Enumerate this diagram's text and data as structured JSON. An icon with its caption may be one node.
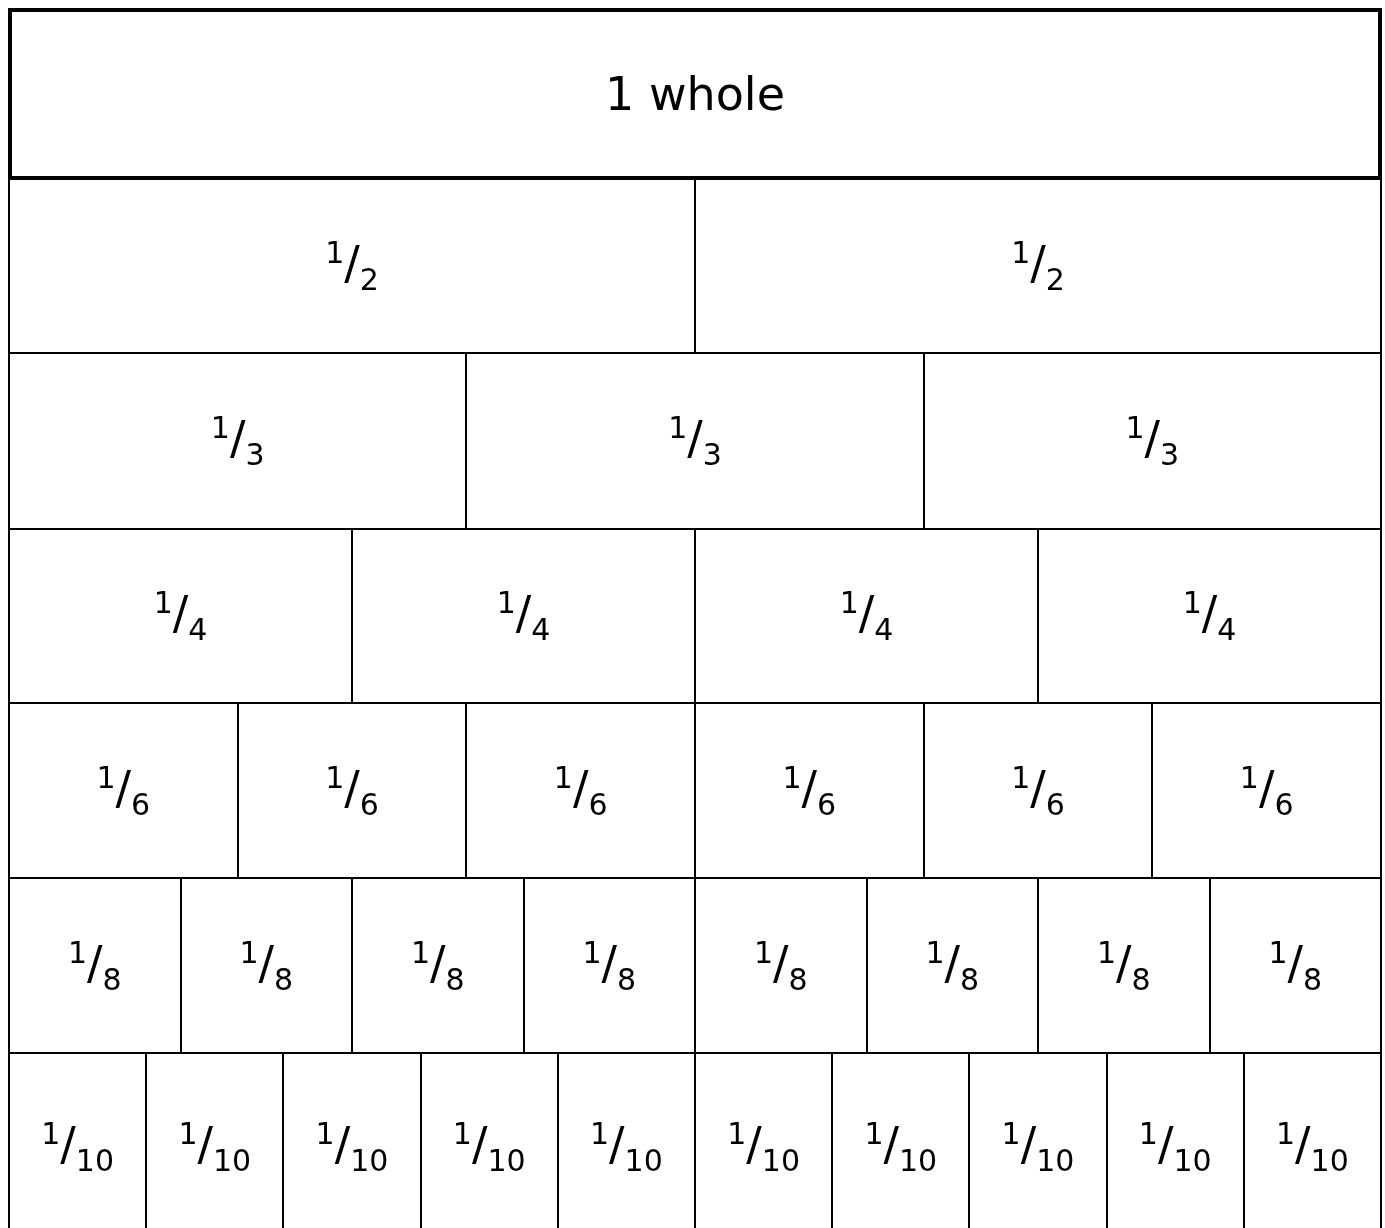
{
  "diagram": {
    "nodes": [
      {
        "text": [
          "1 whole"
        ]
      },
      {
        "text": [
          "$^{1}$/$_{2}$"
        ]
      },
      {
        "text": [
          "$^{1}$/$_{2}$"
        ]
      },
      {
        "text": [
          "$^{1}$/$_{3}$"
        ]
      },
      {
        "text": [
          "$^{1}$/$_{3}$"
        ]
      },
      {
        "text": [
          "$^{1}$/$_{3}$"
        ]
      },
      {
        "text": [
          "$^{1}$/$_{4}$"
        ]
      },
      {
        "text": [
          "$^{1}$/$_{4}$"
        ]
      },
      {
        "text": [
          "$^{1}$/$_{4}$"
        ]
      },
      {
        "text": [
          "$^{1}$/$_{4}$"
        ]
      },
      {
        "text": [
          "$^{1}$/$_{6}$"
        ]
      },
      {
        "text": [
          "$^{1}$/$_{6}$"
        ]
      },
      {
        "text": [
          "$^{1}$/$_{6}$"
        ]
      },
      {
        "text": [
          "$^{1}$/$_{6}$"
        ]
      },
      {
        "text": [
          "$^{1}$/$_{6}$"
        ]
      },
      {
        "text": [
          "$^{1}$/$_{6}$"
        ]
      },
      {
        "text": [
          "$^{1}$/$_{8}$"
        ]
      },
      {
        "text": [
          "$^{1}$/$_{8}$"
        ]
      },
      {
        "text": [
          "$^{1}$/$_{8}$"
        ]
      },
      {
        "text": [
          "$^{1}$/$_{8}$"
        ]
      },
      {
        "text": [
          "$^{1}$/$_{8}$"
        ]
      },
      {
        "text": [
          "$^{1}$/$_{8}$"
        ]
      },
      {
        "text": [
          "$^{1}$/$_{8}$"
        ]
      },
      {
        "text": [
          "$^{1}$/$_{8}$"
        ]
      },
      {
        "text": [
          "$^{1}$/$_{10}$"
        ]
      },
      {
        "text": [
          "$^{1}$/$_{10}$"
        ]
      },
      {
        "text": [
          "$^{1}$/$_{10}$"
        ]
      },
      {
        "text": [
          "$^{1}$/$_{10}$"
        ]
      },
      {
        "text": [
          "$^{1}$/$_{10}$"
        ]
      },
      {
        "text": [
          "$^{1}$/$_{10}$"
        ]
      },
      {
        "text": [
          "$^{1}$/$_{10}$"
        ]
      },
      {
        "text": [
          "$^{1}$/$_{10}$"
        ]
      },
      {
        "text": [
          "$^{1}$/$_{10}$"
        ]
      },
      {
        "text": [
          "$^{1}$/$_{10}$"
        ]
      }
    ]
  }
}
